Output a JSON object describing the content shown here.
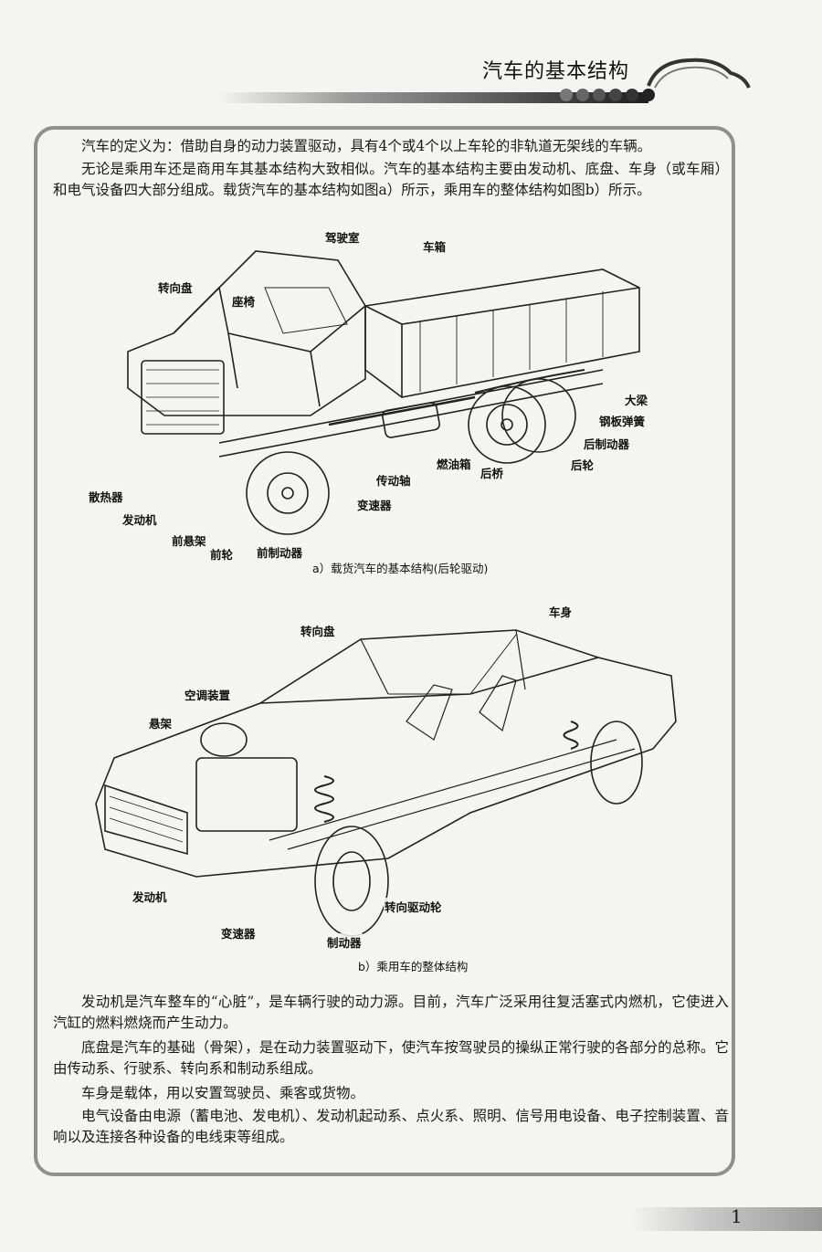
{
  "header": {
    "title": "汽车的基本结构"
  },
  "paragraphs": {
    "p1": "汽车的定义为：借助自身的动力装置驱动，具有4个或4个以上车轮的非轨道无架线的车辆。",
    "p2": "无论是乘用车还是商用车其基本结构大致相似。汽车的基本结构主要由发动机、底盘、车身（或车厢）和电气设备四大部分组成。载货汽车的基本结构如图a）所示，乘用车的整体结构如图b）所示。",
    "p3": "发动机是汽车整车的“心脏”，是车辆行驶的动力源。目前，汽车广泛采用往复活塞式内燃机，它使进入汽缸的燃料燃烧而产生动力。",
    "p4": "底盘是汽车的基础（骨架），是在动力装置驱动下，使汽车按驾驶员的操纵正常行驶的各部分的总称。它由传动系、行驶系、转向系和制动系组成。",
    "p5": "车身是载体，用以安置驾驶员、乘客或货物。",
    "p6": "电气设备由电源（蓄电池、发电机）、发动机起动系、点火系、照明、信号用电设备、电子控制装置、音响以及连接各种设备的电线束等组成。"
  },
  "figure_a": {
    "caption": "a）载货汽车的基本结构(后轮驱动)",
    "labels": {
      "cab": "驾驶室",
      "box": "车箱",
      "steering": "转向盘",
      "seat": "座椅",
      "frame": "大梁",
      "spring": "钢板弹簧",
      "rear_brake": "后制动器",
      "rear_wheel": "后轮",
      "rear_axle": "后桥",
      "fuel_tank": "燃油箱",
      "driveshaft": "传动轴",
      "gearbox": "变速器",
      "radiator": "散热器",
      "engine": "发动机",
      "front_susp": "前悬架",
      "front_wheel": "前轮",
      "front_brake": "前制动器"
    }
  },
  "figure_b": {
    "caption": "b）乘用车的整体结构",
    "labels": {
      "body": "车身",
      "steering": "转向盘",
      "ac": "空调装置",
      "susp": "悬架",
      "engine": "发动机",
      "gearbox": "变速器",
      "brake": "制动器",
      "steer_drive_wheel": "转向驱动轮"
    }
  },
  "footer": {
    "page_number": "1"
  }
}
